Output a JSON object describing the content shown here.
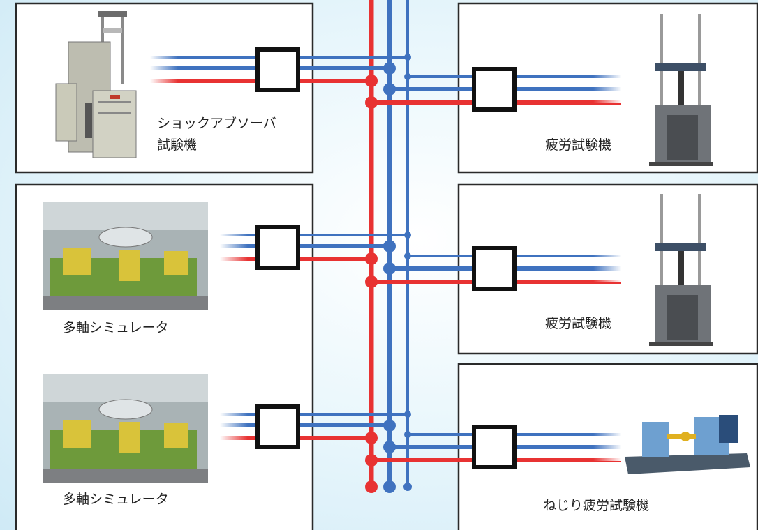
{
  "colors": {
    "supply_line": "#e83232",
    "return_line": "#3f72bf",
    "drain_line": "#3f72bf",
    "panel_border": "#2a2a2a",
    "valve_border": "#111111"
  },
  "left_panels": [
    {
      "label_lines": [
        "ショックアブソーバ",
        "試験機"
      ],
      "machine": "shock-absorber-tester"
    },
    {
      "label_lines": [
        "多軸シミュレータ"
      ],
      "machine": "multi-axis-simulator"
    },
    {
      "label_lines": [
        "多軸シミュレータ"
      ],
      "machine": "multi-axis-simulator"
    }
  ],
  "right_panels": [
    {
      "label_lines": [
        "疲労試験機"
      ],
      "machine": "fatigue-tester"
    },
    {
      "label_lines": [
        "疲労試験機"
      ],
      "machine": "fatigue-tester"
    },
    {
      "label_lines": [
        "ねじり疲労試験機"
      ],
      "machine": "torsion-fatigue-tester"
    }
  ]
}
